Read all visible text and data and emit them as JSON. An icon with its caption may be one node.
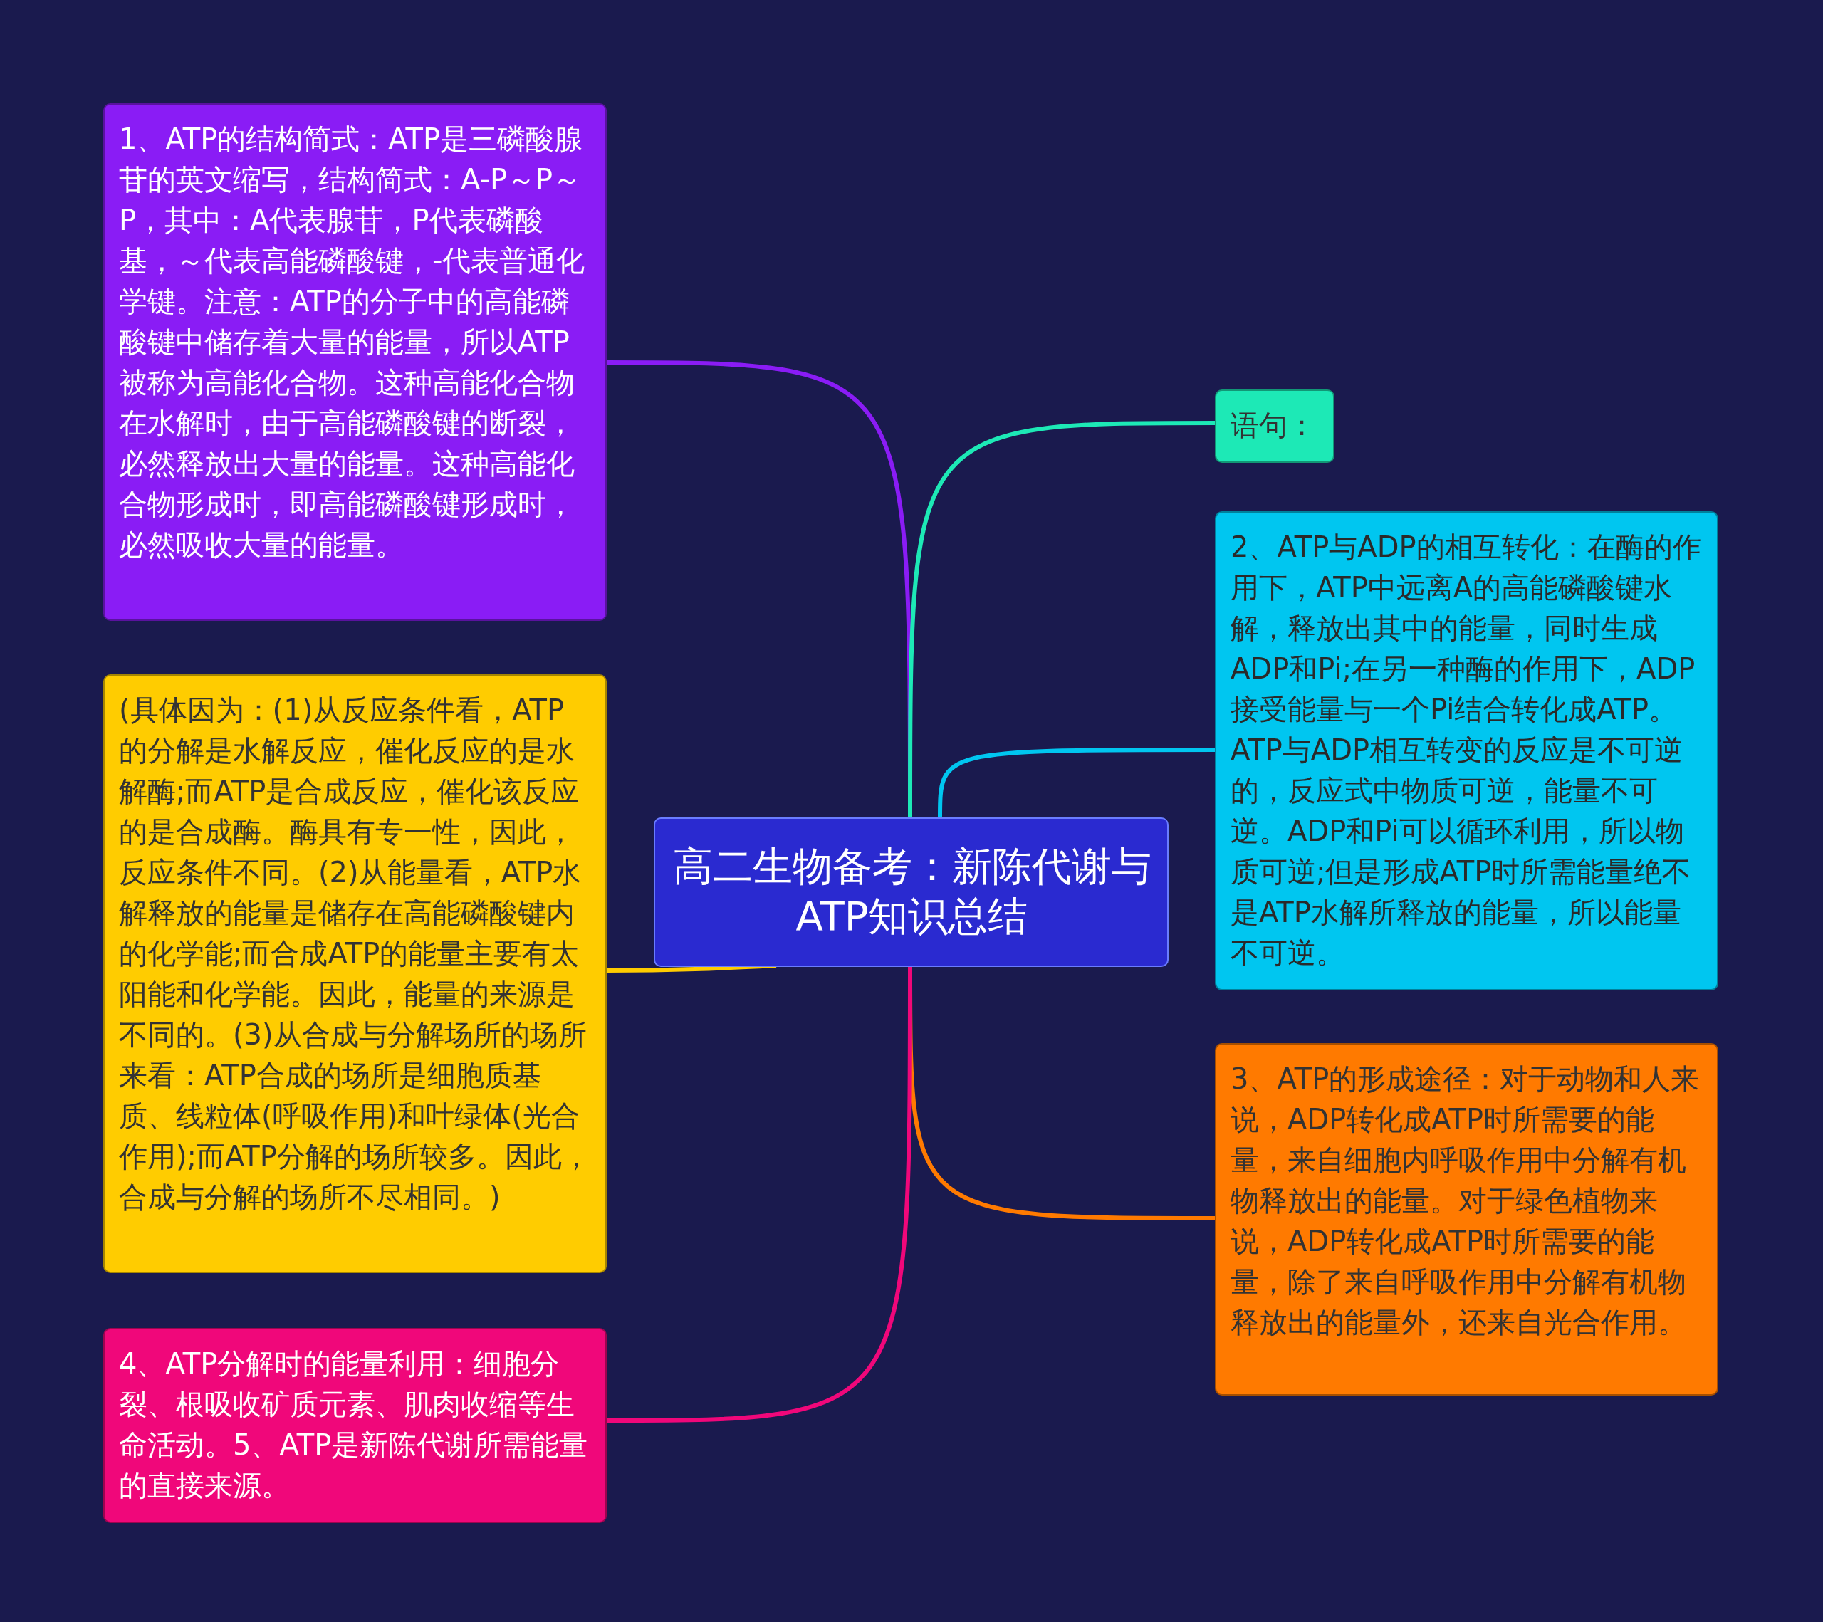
{
  "diagram": {
    "nodes": [
      {
        "text": [
          "高二生物备考：新陈代谢与ATP知识总结"
        ]
      },
      {
        "text": [
          "1、ATP的结构简式：ATP是三磷酸腺苷的英文缩写，结构简式：A-P～P～P，其中：A代表腺苷，P代表磷酸基，～代表高能磷酸键，-代表普通化学键。注意：ATP的分子中的高能磷酸键中储存着大量的能量，所以ATP被称为高能化合物。这种高能化合物在水解时，由于高能磷酸键的断裂，必然释放出大量的能量。这种高能化合物形成时，即高能磷酸键形成时，必然吸收大量的能量。"
        ]
      },
      {
        "text": [
          "语句："
        ]
      },
      {
        "text": [
          "2、ATP与ADP的相互转化：在酶的作用下，ATP中远离A的高能磷酸键水解，释放出其中的能量，同时生成ADP和Pi;在另一种酶的作用下，ADP接受能量与一个Pi结合转化成ATP。ATP与ADP相互转变的反应是不可逆的，反应式中物质可逆，能量不可逆。ADP和Pi可以循环利用，所以物质可逆;但是形成ATP时所需能量绝不是ATP水解所释放的能量，所以能量不可逆。"
        ]
      },
      {
        "text": [
          "(具体因为：(1)从反应条件看，ATP的分解是水解反应，催化反应的是水解酶;而ATP是合成反应，催化该反应的是合成酶。酶具有专一性，因此，反应条件不同。(2)从能量看，ATP水解释放的能量是储存在高能磷酸键内的化学能;而合成ATP的能量主要有太阳能和化学能。因此，能量的来源是不同的。(3)从合成与分解场所的场所来看：ATP合成的场所是细胞质基质、线粒体(呼吸作用)和叶绿体(光合作用);而ATP分解的场所较多。因此，合成与分解的场所不尽相同。)"
        ]
      },
      {
        "text": [
          "3、ATP的形成途径：对于动物和人来说，ADP转化成ATP时所需要的能量，来自细胞内呼吸作用中分解有机物释放出的能量。对于绿色植物来说，ADP转化成ATP时所需要的能量，除了来自呼吸作用中分解有机物释放出的能量外，还来自光合作用。"
        ]
      },
      {
        "text": [
          "4、ATP分解时的能量利用：细胞分裂、根吸收矿质元素、肌肉收缩等生命活动。5、ATP是新陈代谢所需能量的直接来源。"
        ]
      }
    ],
    "edges": [
      {
        "from": 0,
        "to": 1,
        "arrow": "none",
        "color": "#8a1cf5"
      },
      {
        "from": 0,
        "to": 2,
        "arrow": "none",
        "color": "#1de9b6"
      },
      {
        "from": 0,
        "to": 3,
        "arrow": "none",
        "color": "#00c6f0"
      },
      {
        "from": 0,
        "to": 4,
        "arrow": "none",
        "color": "#ffcc00"
      },
      {
        "from": 0,
        "to": 5,
        "arrow": "none",
        "color": "#ff7a00"
      },
      {
        "from": 0,
        "to": 6,
        "arrow": "none",
        "color": "#f0077a"
      }
    ]
  }
}
